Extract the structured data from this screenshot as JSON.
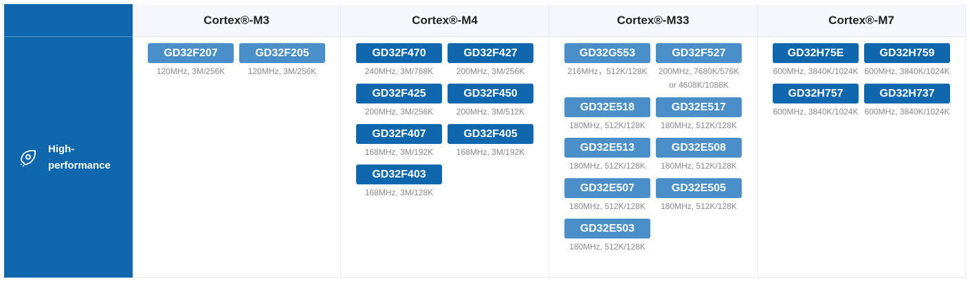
{
  "category": {
    "label": "High-\nperformance",
    "icon": "rocket-icon"
  },
  "colors": {
    "dark": "#0f67ad",
    "light": "#4a8fc8",
    "header_bg": "#f5f7fc"
  },
  "columns": [
    {
      "title": "Cortex®-M3",
      "style": "light",
      "items": [
        {
          "name": "GD32F207",
          "spec": "120MHz, 3M/256K"
        },
        {
          "name": "GD32F205",
          "spec": "120MHz, 3M/256K"
        }
      ]
    },
    {
      "title": "Cortex®-M4",
      "style": "dark",
      "items": [
        {
          "name": "GD32F470",
          "spec": "240MHz, 3M/768K"
        },
        {
          "name": "GD32F427",
          "spec": "200MHz, 3M/256K"
        },
        {
          "name": "GD32F425",
          "spec": "200MHz, 3M/256K"
        },
        {
          "name": "GD32F450",
          "spec": "200MHz, 3M/512K"
        },
        {
          "name": "GD32F407",
          "spec": "168MHz, 3M/192K"
        },
        {
          "name": "GD32F405",
          "spec": "168MHz, 3M/192K"
        },
        {
          "name": "GD32F403",
          "spec": "168MHz, 3M/128K"
        }
      ]
    },
    {
      "title": "Cortex®-M33",
      "style": "light",
      "items": [
        {
          "name": "GD32G553",
          "spec": "216MHz，512K/128K"
        },
        {
          "name": "GD32F527",
          "spec": "200MHz, 7680K/576K\nor 4608K/1088K"
        },
        {
          "name": "GD32E518",
          "spec": "180MHz, 512K/128K"
        },
        {
          "name": "GD32E517",
          "spec": "180MHz, 512K/128K"
        },
        {
          "name": "GD32E513",
          "spec": "180MHz, 512K/128K"
        },
        {
          "name": "GD32E508",
          "spec": "180MHz, 512K/128K"
        },
        {
          "name": "GD32E507",
          "spec": "180MHz, 512K/128K"
        },
        {
          "name": "GD32E505",
          "spec": "180MHz, 512K/128K"
        },
        {
          "name": "GD32E503",
          "spec": "180MHz, 512K/128K"
        }
      ]
    },
    {
      "title": "Cortex®-M7",
      "style": "dark",
      "items": [
        {
          "name": "GD32H75E",
          "spec": "600MHz, 3840K/1024K"
        },
        {
          "name": "GD32H759",
          "spec": "600MHz, 3840K/1024K"
        },
        {
          "name": "GD32H757",
          "spec": "600MHz, 3840K/1024K"
        },
        {
          "name": "GD32H737",
          "spec": "600MHz, 3840K/1024K"
        }
      ]
    }
  ]
}
